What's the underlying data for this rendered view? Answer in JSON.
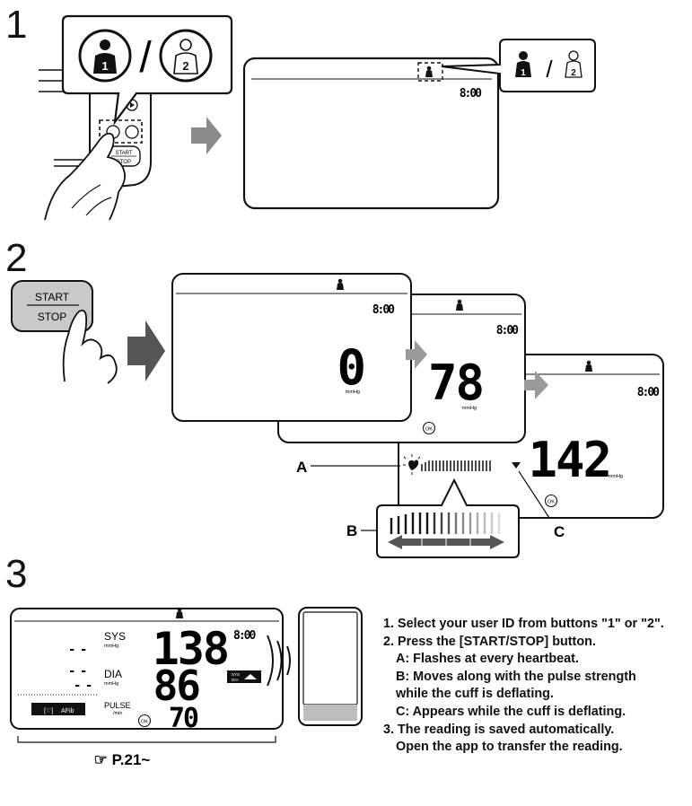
{
  "steps": [
    {
      "number": "1"
    },
    {
      "number": "2"
    },
    {
      "number": "3"
    }
  ],
  "step1": {
    "user1": "1",
    "slash": "/",
    "user2": "2",
    "button_start": "START",
    "button_stop": "STOP",
    "display_time": "8:00"
  },
  "step2": {
    "button_start": "START",
    "button_stop": "STOP",
    "time": "8:00",
    "reading_0": "0",
    "reading_78": "78",
    "reading_142": "142",
    "unit": "mmHg",
    "ok": "OK",
    "label_a": "A",
    "label_b": "B",
    "label_c": "C"
  },
  "step3": {
    "time": "8:00",
    "sys_label": "SYS",
    "sys_unit": "mmHg",
    "sys_value": "138",
    "dia_label": "DIA",
    "dia_unit": "mmHg",
    "dia_value": "86",
    "pulse_label": "PULSE",
    "pulse_unit": "/min",
    "pulse_value": "70",
    "dash": "- -",
    "afib": "AFib",
    "ok": "OK",
    "page_ref": "☞ P.21~"
  },
  "instructions": [
    "1. Select your user ID from buttons \"1\" or \"2\".",
    "2. Press the [START/STOP] button.",
    "A: Flashes at every heartbeat.",
    "B: Moves along with the pulse strength",
    "while the cuff is deflating.",
    "C: Appears while the cuff is deflating.",
    "3. The reading is saved automatically.",
    "Open the app to transfer the reading."
  ]
}
